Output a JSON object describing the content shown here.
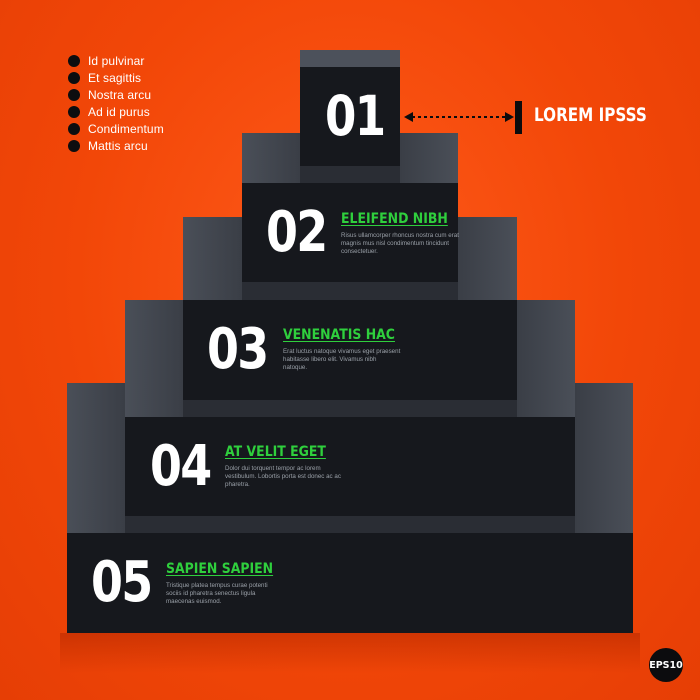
{
  "legend": {
    "items": [
      "Id pulvinar",
      "Et sagittis",
      "Nostra arcu",
      "Ad id purus",
      "Condimentum",
      "Mattis arcu"
    ]
  },
  "callout": {
    "label": "LOREM IPSSS"
  },
  "steps": [
    {
      "num": "01",
      "title": "",
      "desc": ""
    },
    {
      "num": "02",
      "title": "ELEIFEND NIBH",
      "desc": "Risus ullamcorper rhoncus nostra cum erat magnis mus nisl condimentum tincidunt consectetuer."
    },
    {
      "num": "03",
      "title": "VENENATIS HAC",
      "desc": "Erat luctus natoque vivamus eget praesent habitasse libero elit. Vivamus nibh natoque."
    },
    {
      "num": "04",
      "title": "AT VELIT EGET",
      "desc": "Dolor dui torquent tempor ac lorem vestibulum. Lobortis porta est donec ac ac pharetra."
    },
    {
      "num": "05",
      "title": "SAPIEN SAPIEN",
      "desc": "Tristique platea tempus curae potenti sociis id pharetra senectus ligula maecenas euismod."
    }
  ],
  "badge": "EPS10",
  "colors": {
    "background": "#f24708",
    "accent": "#2fcf3d",
    "block": "#16181d",
    "side": "#3c4049"
  }
}
